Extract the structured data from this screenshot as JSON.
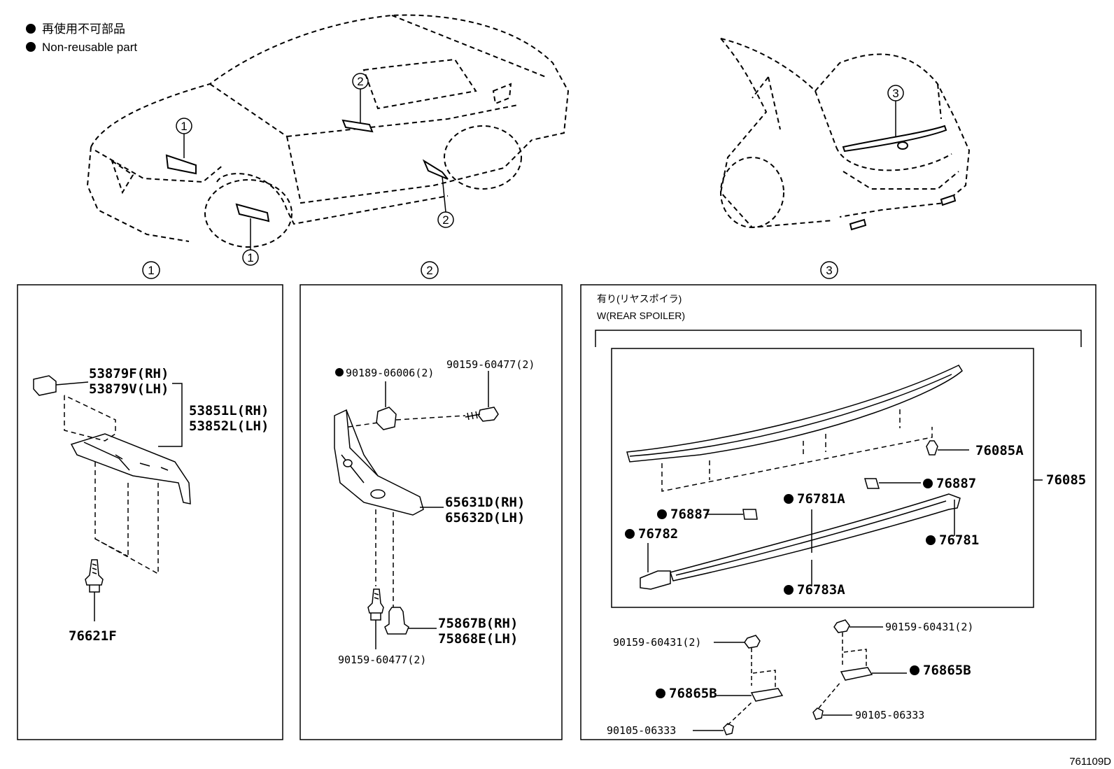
{
  "legend": {
    "ja": "再使用不可部品",
    "en": "Non-reusable part"
  },
  "callouts": {
    "c1": "1",
    "c2": "2",
    "c3": "3"
  },
  "panel1": {
    "title": "1",
    "clip_rh": "53879F(RH)",
    "clip_lh": "53879V(LH)",
    "bracket_rh": "53851L(RH)",
    "bracket_lh": "53852L(LH)",
    "screw": "76621F"
  },
  "panel2": {
    "title": "2",
    "nut": "90189-06006(2)",
    "bolt_top": "90159-60477(2)",
    "mudguard_rh": "65631D(RH)",
    "mudguard_lh": "65632D(LH)",
    "clip_rh": "75867B(RH)",
    "clip_lh": "75868E(LH)",
    "bolt_bottom": "90159-60477(2)"
  },
  "panel3": {
    "title": "3",
    "cond_ja": "有り(リヤスポイラ)",
    "cond_en": "W(REAR SPOILER)",
    "spoiler_assy": "76085",
    "spoiler_clip": "76085A",
    "tape_right": "76887",
    "tape_left": "76887",
    "cover_a": "76781A",
    "cover_right": "76781",
    "cover_end": "76782",
    "garnish": "76783A",
    "bolt_left": "90159-60431(2)",
    "bolt_right": "90159-60431(2)",
    "bracket_left": "76865B",
    "bracket_right": "76865B",
    "screw_left": "90105-06333",
    "screw_right": "90105-06333"
  },
  "figure_code": "761109D"
}
